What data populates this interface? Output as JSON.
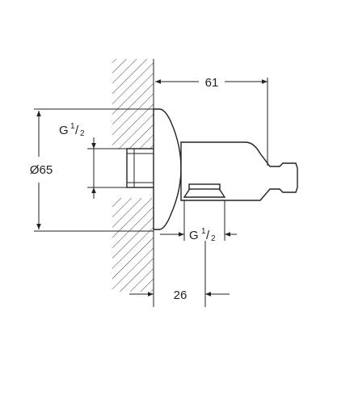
{
  "diagram": {
    "dimensions": {
      "width": "61",
      "diameter": "Ø65",
      "offset": "26",
      "thread_left": {
        "base": "G",
        "num": "1",
        "den": "2"
      },
      "thread_bottom": {
        "base": "G",
        "num": "1",
        "den": "2"
      }
    },
    "colors": {
      "line": "#222222",
      "background": "#ffffff"
    }
  }
}
